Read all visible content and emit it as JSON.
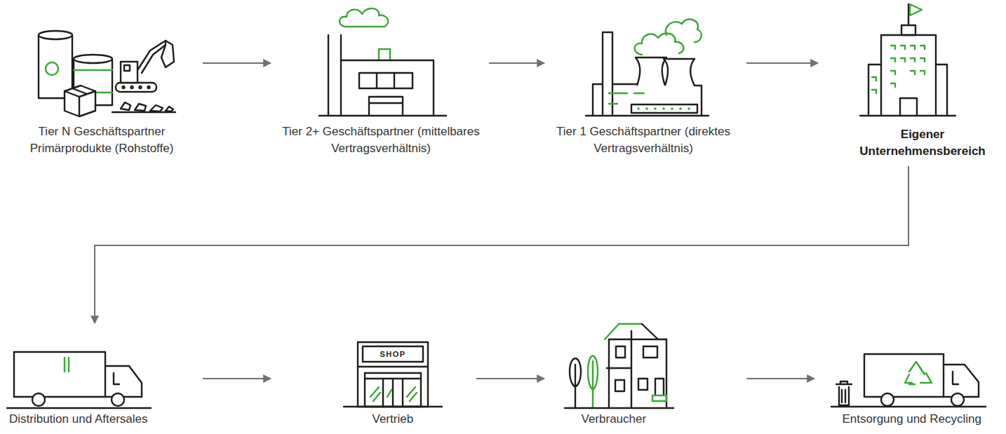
{
  "diagram": {
    "nodes": [
      {
        "text": [
          "Tier N Geschäftspartner Primärprodukte (Rohstoffe)"
        ]
      },
      {
        "text": [
          "Tier 2+ Geschäftspartner (mittelbares Vertragsverhältnis)"
        ]
      },
      {
        "text": [
          "Tier 1 Geschäftspartner (direktes Vertragsverhältnis)"
        ]
      },
      {
        "text": [
          "Eigener Unternehmensbereich"
        ]
      },
      {
        "text": [
          "Distribution und Aftersales"
        ]
      },
      {
        "text": [
          "Vertrieb"
        ]
      },
      {
        "text": [
          "Verbraucher"
        ]
      },
      {
        "text": [
          "Entsorgung und Recycling"
        ]
      }
    ],
    "edges": [
      {
        "from": 0,
        "to": 1,
        "arrow": "to"
      },
      {
        "from": 1,
        "to": 2,
        "arrow": "to"
      },
      {
        "from": 2,
        "to": 3,
        "arrow": "to"
      },
      {
        "from": 3,
        "to": 4,
        "arrow": "to"
      },
      {
        "from": 4,
        "to": 5,
        "arrow": "to"
      },
      {
        "from": 5,
        "to": 6,
        "arrow": "to"
      },
      {
        "from": 6,
        "to": 7,
        "arrow": "to"
      }
    ],
    "labels": [
      "SHOP"
    ]
  }
}
